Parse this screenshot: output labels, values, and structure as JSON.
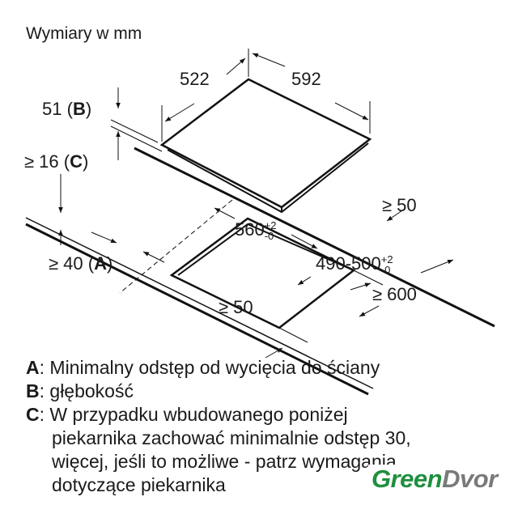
{
  "title": "Wymiary w mm",
  "dimensions": {
    "hob_depth": "522",
    "hob_width": "592",
    "hob_height_value": "51",
    "hob_height_letter": "B",
    "min_front_thickness_value": "≥ 16",
    "min_front_thickness_letter": "C",
    "back_gap": "≥ 50",
    "cutout_width": "560",
    "cutout_width_tol_plus": "+2",
    "cutout_width_tol_minus": "-0",
    "cutout_depth": "490-500",
    "cutout_depth_tol_plus": "+2",
    "cutout_depth_tol_minus": "-0",
    "wall_gap_value": "≥ 40",
    "wall_gap_letter": "A",
    "countertop_depth": "≥ 600",
    "front_gap": "≥ 50"
  },
  "legend": [
    {
      "letter": "A",
      "text": ": Minimalny odstęp od wycięcia do ściany"
    },
    {
      "letter": "B",
      "text": ": głębokość"
    },
    {
      "letter": "C",
      "text": ": W przypadku wbudowanego poniżej",
      "continuation": [
        "piekarnika zachować minimalnie odstęp 30,",
        "więcej, jeśli to możliwe - patrz wymagania",
        "dotyczące piekarnika"
      ]
    }
  ],
  "watermark": {
    "part1": "Green",
    "part2": "Dvor",
    "color1": "#1f8f3f",
    "color2": "#7a7a7a"
  }
}
